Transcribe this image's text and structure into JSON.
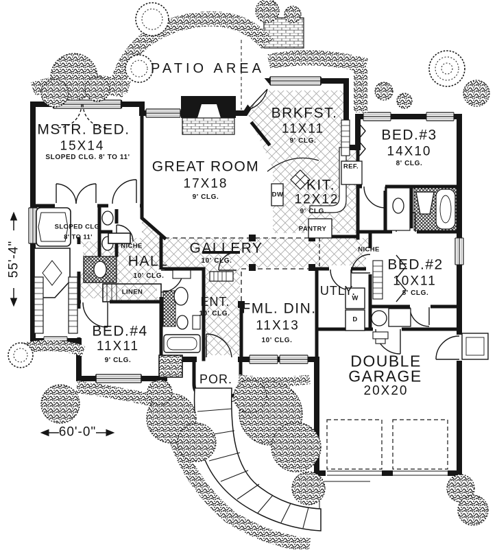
{
  "plan": {
    "patio_label": "PATIO AREA",
    "rooms": {
      "mstr_bed": {
        "name": "MSTR. BED.",
        "dim": "15X14",
        "clg": "SLOPED CLG.  8' TO 11'"
      },
      "great_room": {
        "name": "GREAT ROOM",
        "dim": "17X18",
        "clg": "9' CLG."
      },
      "brkfst": {
        "name": "BRKFST.",
        "dim": "11X11",
        "clg": "9' CLG."
      },
      "bed3": {
        "name": "BED.#3",
        "dim": "14X10",
        "clg": "8' CLG."
      },
      "kit": {
        "name": "KIT.",
        "dim": "12X12",
        "clg": "9' CLG."
      },
      "gallery": {
        "name": "GALLERY",
        "clg": "10' CLG."
      },
      "hall": {
        "name": "HALL",
        "clg": "10' CLG."
      },
      "bed2": {
        "name": "BED.#2",
        "dim": "10X11",
        "clg": "8' CLG."
      },
      "ent": {
        "name": "ENT.",
        "clg": "10' CLG."
      },
      "fml_din": {
        "name": "FML. DIN.",
        "dim": "11X13",
        "clg": "10' CLG."
      },
      "utly": {
        "name": "UTLY."
      },
      "bed4": {
        "name": "BED.#4",
        "dim": "11X11",
        "clg": "9' CLG."
      },
      "garage": {
        "name_line1": "DOUBLE",
        "name_line2": "GARAGE",
        "dim": "20X20"
      },
      "por": {
        "name": "POR."
      }
    },
    "features": {
      "niche_hall": "NICHE",
      "niche_bed2": "NICHE",
      "linen": "LINEN",
      "pantry": "PANTRY",
      "ref": "REF.",
      "dw": "DW",
      "washer": "W",
      "dryer": "D",
      "mstr_bath_clg_1": "SLOPED CLG.",
      "mstr_bath_clg_2": "8' TO 11'"
    },
    "dimensions": {
      "width": "60'-0\"",
      "depth": "55'-4\""
    },
    "colors": {
      "ink": "#161616",
      "paper": "#ffffff"
    }
  }
}
